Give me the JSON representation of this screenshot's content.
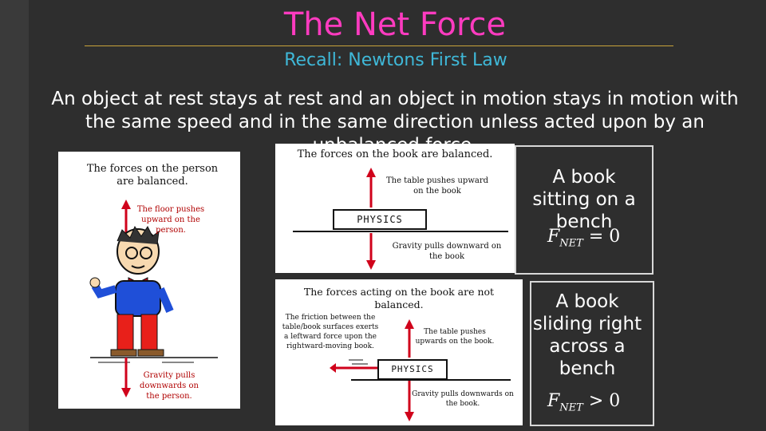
{
  "slide": {
    "title": "The Net Force",
    "subtitle": "Recall:  Newtons First Law",
    "body": "An object at rest stays at rest and an object in motion stays in motion with the same speed and in the same direction unless acted upon by an unbalanced force."
  },
  "person_panel": {
    "heading": "The forces on the person are balanced.",
    "up_label": "The floor pushes upward on the person.",
    "down_label": "Gravity pulls downwards on the person."
  },
  "book_rest_panel": {
    "heading": "The forces on the book are balanced.",
    "up_label": "The table pushes upward on the book",
    "down_label": "Gravity pulls downward on the book",
    "book_text": "PHYSICS"
  },
  "book_slide_panel": {
    "heading": "The forces acting on the book are not balanced.",
    "friction_label": "The friction between the table/book surfaces exerts a leftward force upon the rightward-moving book.",
    "up_label": "The table pushes upwards on the book.",
    "down_label": "Gravity pulls downwards on the book.",
    "book_text": "PHYSICS"
  },
  "side_notes": {
    "rest": {
      "text": "A book sitting on a bench",
      "symbol": "F",
      "subscript": "NET",
      "relation": "= 0"
    },
    "sliding": {
      "text": "A book sliding right across a bench",
      "symbol": "F",
      "subscript": "NET",
      "relation": "> 0"
    }
  },
  "colors": {
    "title": "#ff3bc0",
    "subtitle": "#3fb8d8",
    "arrow": "#d0021b",
    "background": "#2e2e2e"
  }
}
